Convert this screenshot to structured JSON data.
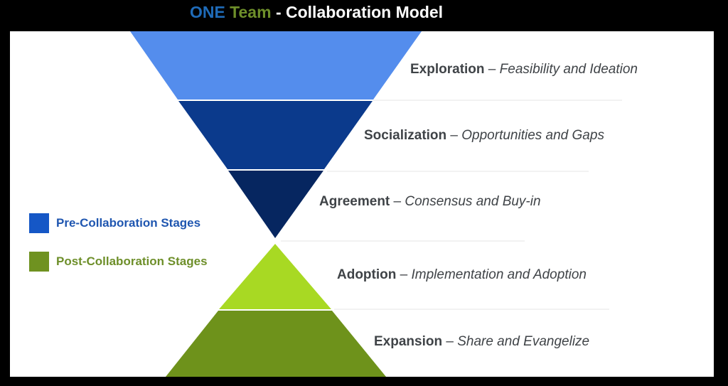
{
  "title": {
    "part1": "ONE",
    "part2": "Team",
    "part3": "- Collaboration Model"
  },
  "colors": {
    "blue": "#1f6bb8",
    "green": "#6e8f2a",
    "pre": "#1557c6",
    "post": "#6f9220",
    "stage1": "#548ded",
    "stage2": "#0b3a8c",
    "stage3": "#062660",
    "stage4": "#a8d923",
    "stage5": "#6e921b"
  },
  "legend": [
    {
      "label": "Pre-Collaboration Stages"
    },
    {
      "label": "Post-Collaboration Stages"
    }
  ],
  "stages": [
    {
      "name": "Exploration",
      "sep": " – ",
      "desc": "Feasibility and Ideation"
    },
    {
      "name": "Socialization",
      "sep": " – ",
      "desc": "Opportunities and Gaps"
    },
    {
      "name": "Agreement",
      "sep": " – ",
      "desc": "Consensus and Buy-in"
    },
    {
      "name": "Adoption",
      "sep": " – ",
      "desc": "Implementation and Adoption"
    },
    {
      "name": "Expansion",
      "sep": " – ",
      "desc": "Share and Evangelize"
    }
  ]
}
